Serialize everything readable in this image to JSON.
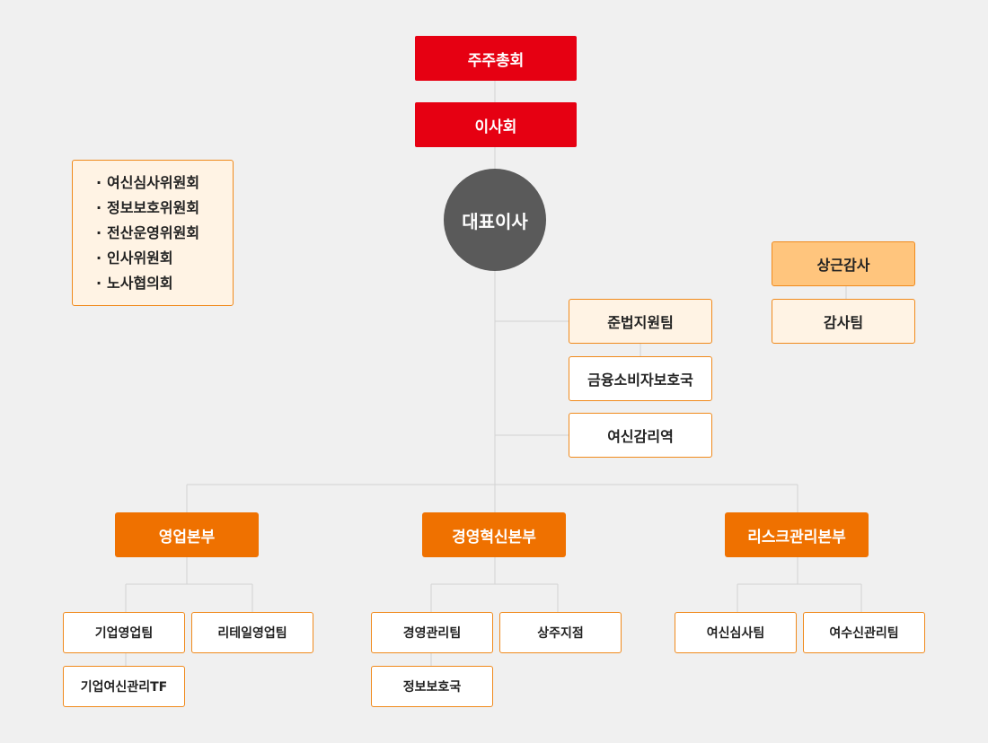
{
  "top": {
    "shareholders": "주주총회",
    "board": "이사회",
    "ceo": "대표이사"
  },
  "committees": [
    "여신심사위원회",
    "정보보호위원회",
    "전산운영위원회",
    "인사위원회",
    "노사협의회"
  ],
  "bullet": "·",
  "audit": {
    "auditor": "상근감사",
    "team": "감사팀"
  },
  "staff": {
    "compliance": "준법지원팀",
    "consumer": "금융소비자보호국",
    "credit_audit": "여신감리역"
  },
  "divisions": {
    "sales": {
      "name": "영업본부",
      "teams": [
        "기업영업팀",
        "리테일영업팀",
        "기업여신관리TF"
      ]
    },
    "management": {
      "name": "경영혁신본부",
      "teams": [
        "경영관리팀",
        "상주지점",
        "정보보호국"
      ]
    },
    "risk": {
      "name": "리스크관리본부",
      "teams": [
        "여신심사팀",
        "여수신관리팀"
      ]
    }
  }
}
